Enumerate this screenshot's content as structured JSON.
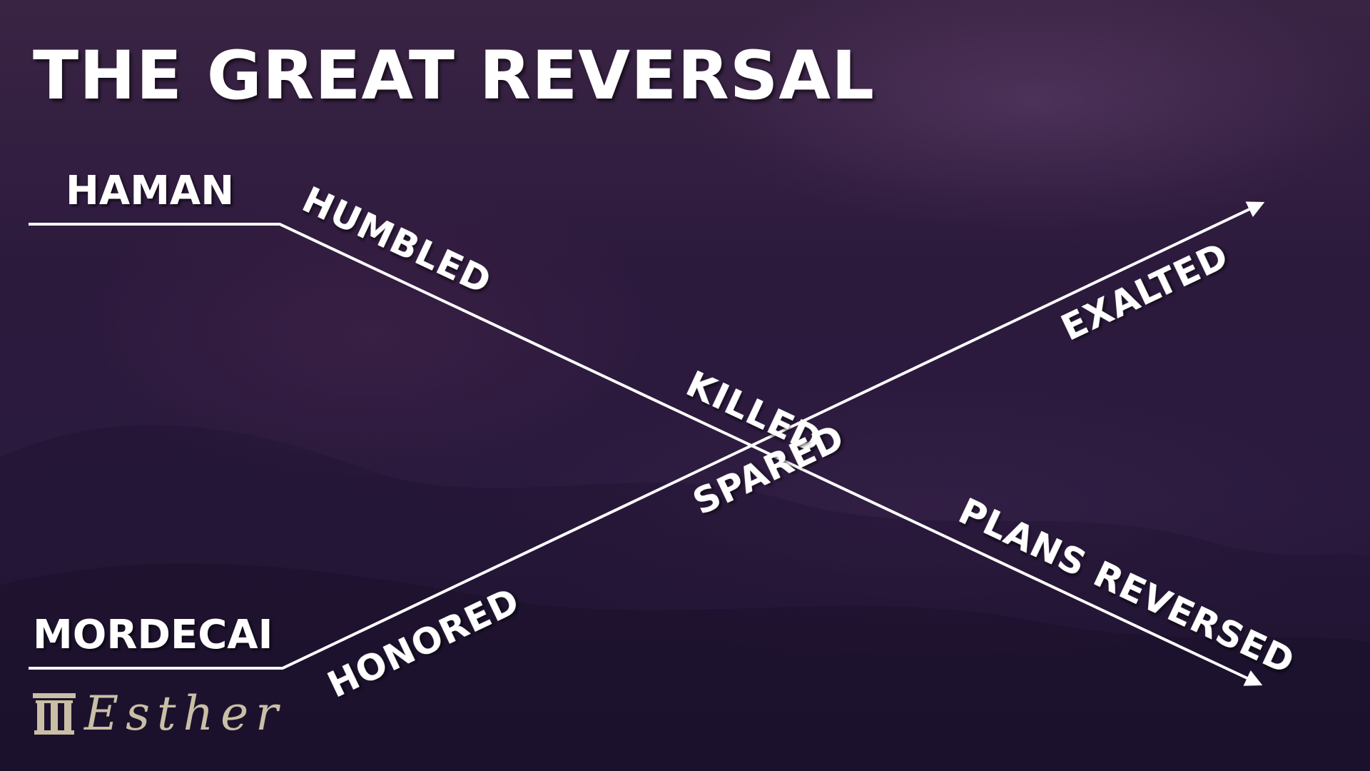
{
  "slide": {
    "title": "THE GREAT REVERSAL",
    "people": {
      "top": "HAMAN",
      "bottom": "MORDECAI"
    },
    "labels": {
      "haman_descent_1": "HUMBLED",
      "haman_descent_2": "KILLED",
      "haman_descent_3": "PLANS REVERSED",
      "mordecai_ascent_1": "HONORED",
      "mordecai_ascent_2": "SPARED",
      "mordecai_ascent_3": "EXALTED"
    },
    "logo": {
      "text": "Esther",
      "icon": "pillars-icon"
    },
    "colors": {
      "line": "#ffffff",
      "text": "#ffffff",
      "logo": "#c9bfa6"
    }
  }
}
